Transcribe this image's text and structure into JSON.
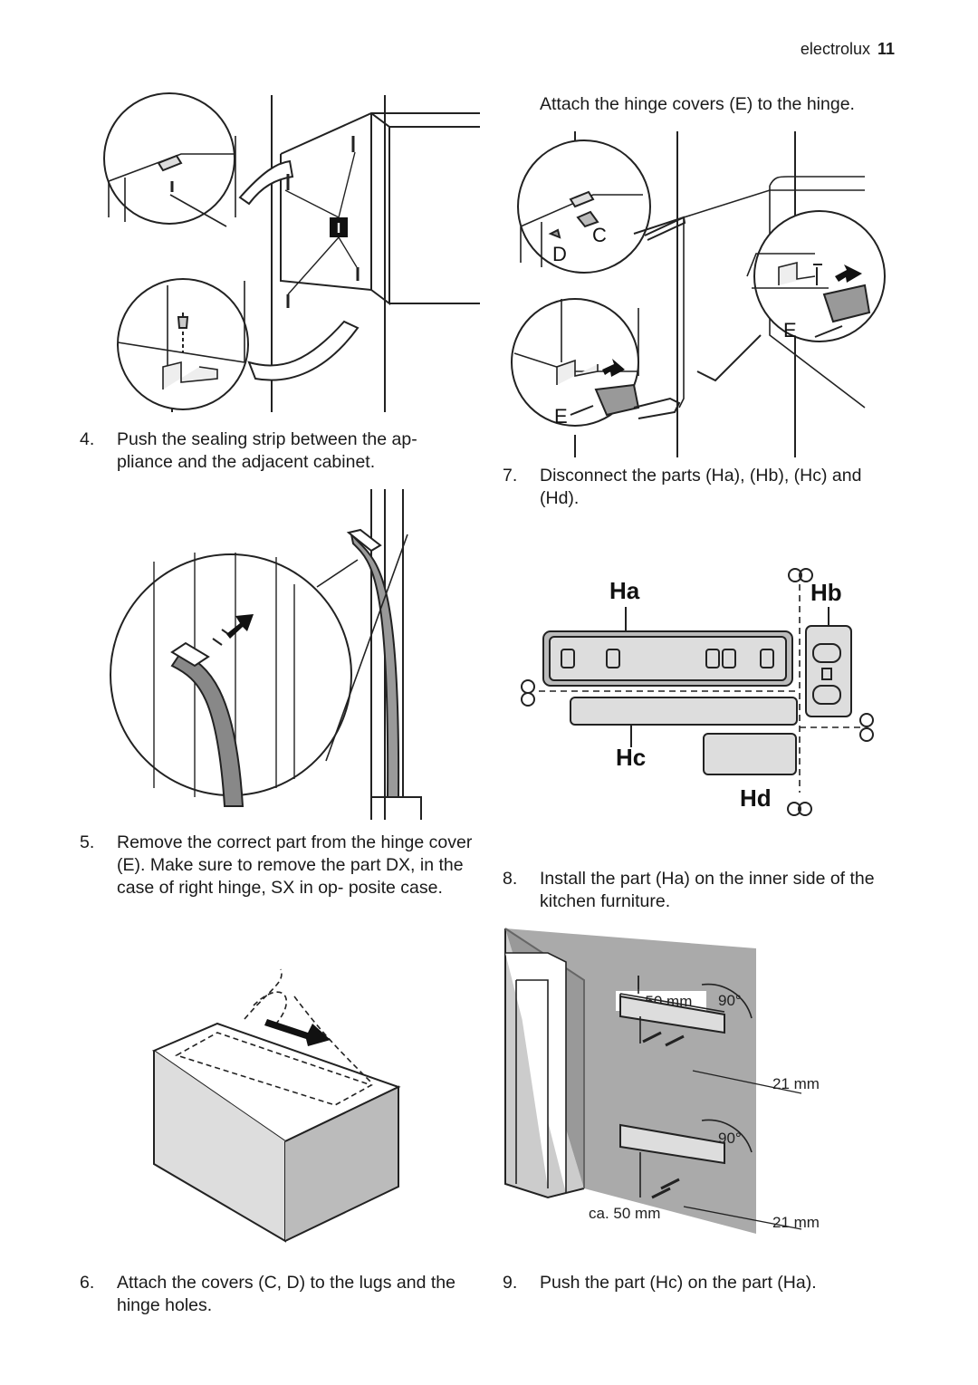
{
  "header": {
    "brand": "electrolux",
    "page_number": "11"
  },
  "steps": {
    "s4": {
      "num": "4.",
      "text": "Push the sealing strip between the ap- pliance and the adjacent cabinet."
    },
    "s5": {
      "num": "5.",
      "text": "Remove the correct part from the hinge cover (E). Make sure to remove the part DX, in the case of right hinge, SX in op- posite case."
    },
    "s6": {
      "num": "6.",
      "text": "Attach the covers (C, D) to the lugs and the hinge holes."
    },
    "s7": {
      "num": "7.",
      "text": "Disconnect the parts (Ha), (Hb), (Hc) and (Hd)."
    },
    "s8": {
      "num": "8.",
      "text": "Install the part (Ha) on the inner side of the kitchen furniture."
    },
    "s9": {
      "num": "9.",
      "text": "Push the part (Hc) on the part (Ha)."
    }
  },
  "intro": "Attach the hinge covers (E) to the hinge.",
  "figures": {
    "fig1": {
      "label_i": "I"
    },
    "fig2": {
      "label_c": "C",
      "label_d": "D",
      "label_e1": "E",
      "label_e2": "E"
    },
    "fig3": {
      "ha": "Ha",
      "hb": "Hb",
      "hc": "Hc",
      "hd": "Hd"
    },
    "fig4": {
      "dist_top": "ca. 50 mm",
      "dist_bottom": "ca. 50 mm",
      "angle_top": "90°",
      "angle_bottom": "90°",
      "depth_top": "21 mm",
      "depth_bottom": "21 mm"
    }
  }
}
